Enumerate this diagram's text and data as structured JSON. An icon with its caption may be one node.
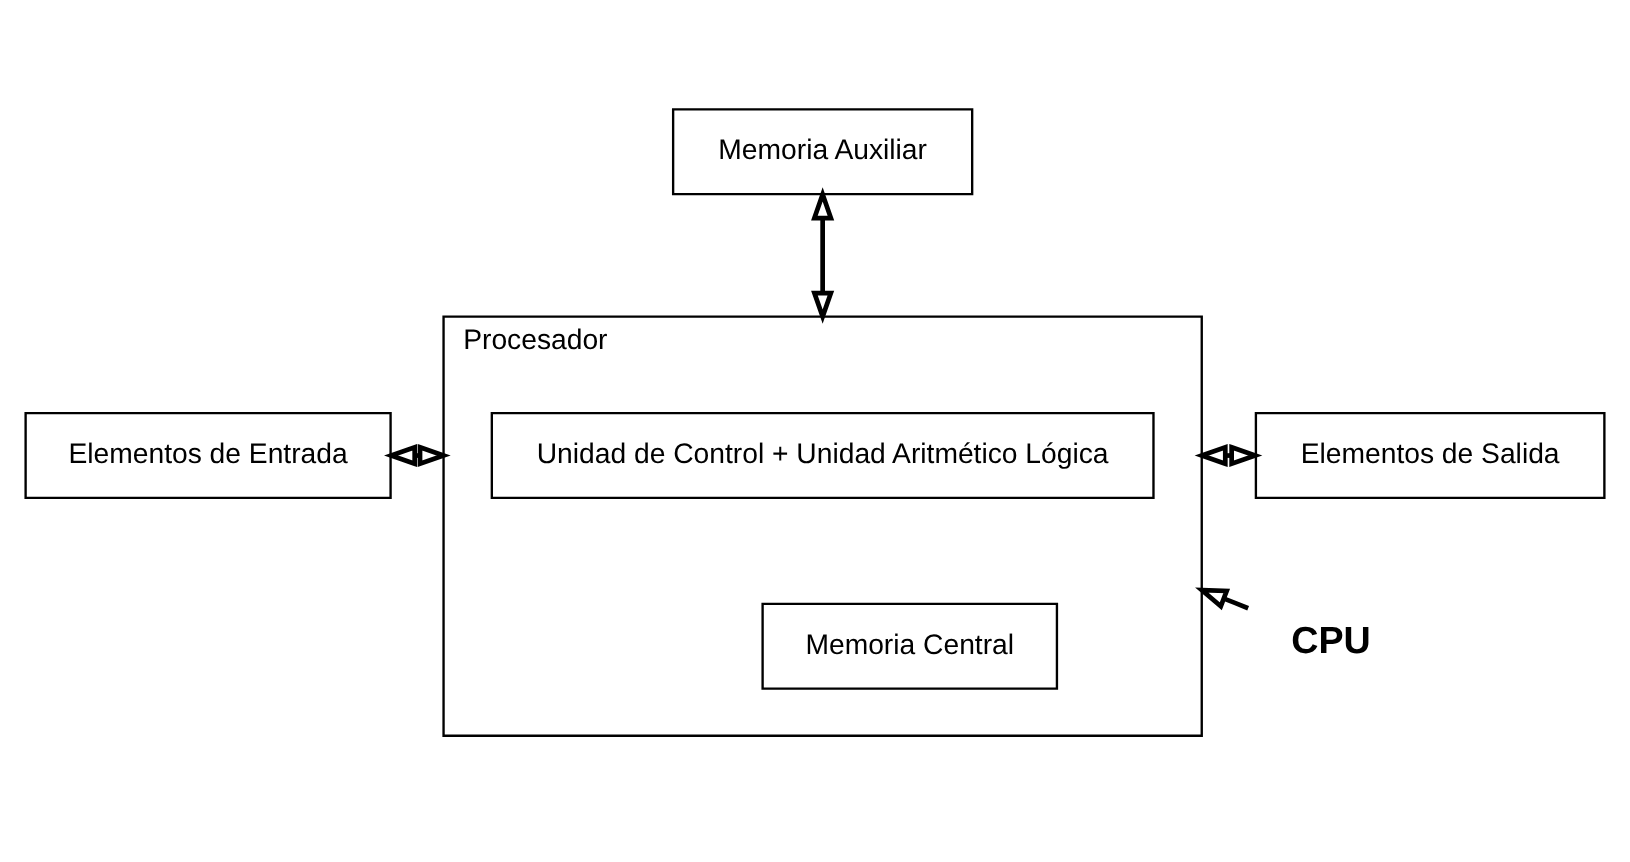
{
  "diagram": {
    "nodes": [
      {
        "text": [
          "Memoria Auxiliar"
        ]
      },
      {
        "text": [
          "Procesador"
        ]
      },
      {
        "text": [
          "Unidad de Control + Unidad Aritmético Lógica"
        ],
        "in": 1
      },
      {
        "text": [
          "Memoria Central"
        ],
        "in": 1
      },
      {
        "text": [
          "Elementos de Entrada"
        ]
      },
      {
        "text": [
          "Elementos de Salida"
        ]
      },
      {
        "text": [
          "CPU"
        ]
      }
    ],
    "edges": [
      {
        "from": 0,
        "to": 1,
        "arrow": "both"
      },
      {
        "from": 4,
        "to": 1,
        "arrow": "both"
      },
      {
        "from": 1,
        "to": 5,
        "arrow": "both"
      },
      {
        "from": 6,
        "to": 1,
        "arrow": "to"
      }
    ]
  }
}
